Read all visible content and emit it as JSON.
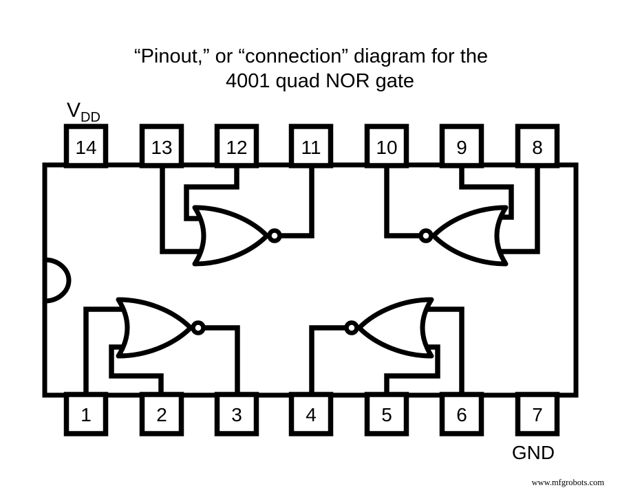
{
  "title": {
    "line1": "“Pinout,” or “connection” diagram for the",
    "line2": "4001 quad NOR gate"
  },
  "labels": {
    "vdd_main": "V",
    "vdd_sub": "DD",
    "gnd": "GND"
  },
  "pins": {
    "top": [
      "14",
      "13",
      "12",
      "11",
      "10",
      "9",
      "8"
    ],
    "bottom": [
      "1",
      "2",
      "3",
      "4",
      "5",
      "6",
      "7"
    ]
  },
  "gates": [
    {
      "name": "gate-1",
      "position": "top-left",
      "type": "NOR",
      "inputs": [
        "13",
        "12"
      ],
      "output": "11"
    },
    {
      "name": "gate-2",
      "position": "top-right",
      "type": "NOR",
      "inputs": [
        "9",
        "8"
      ],
      "output": "10"
    },
    {
      "name": "gate-3",
      "position": "bottom-left",
      "type": "NOR",
      "inputs": [
        "1",
        "2"
      ],
      "output": "3"
    },
    {
      "name": "gate-4",
      "position": "bottom-right",
      "type": "NOR",
      "inputs": [
        "6",
        "5"
      ],
      "output": "4"
    }
  ],
  "chip": {
    "part": "4001",
    "package_pins": 14,
    "power_pin": "14",
    "ground_pin": "7"
  },
  "watermark": "www.mfgrobots.com",
  "colors": {
    "ink": "#000000",
    "background": "#ffffff"
  }
}
